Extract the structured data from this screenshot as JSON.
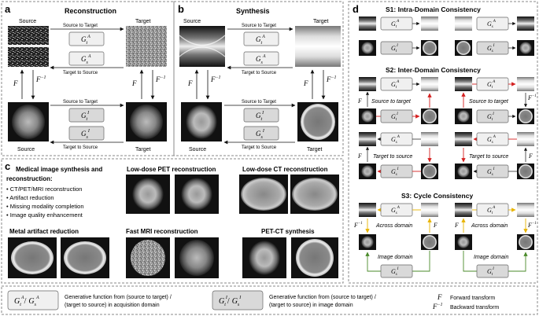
{
  "panel_labels": {
    "a": "a",
    "b": "b",
    "c": "c",
    "d": "d"
  },
  "panel_a": {
    "title": "Reconstruction",
    "source": "Source",
    "target": "Target",
    "source_to_target": "Source to Target",
    "target_to_source": "Target to Source",
    "forward": "F",
    "backward": "F",
    "backward_sup": "−1",
    "bottom_source": "Source",
    "bottom_target": "Target",
    "g_acq_t": {
      "base": "G",
      "sub": "t",
      "sup": "A"
    },
    "g_acq_s": {
      "base": "G",
      "sub": "s",
      "sup": "A"
    },
    "g_img_t": {
      "base": "G",
      "sub": "t",
      "sup": "I"
    },
    "g_img_s": {
      "base": "G",
      "sub": "s",
      "sup": "I"
    }
  },
  "panel_b": {
    "title": "Synthesis",
    "source": "Source",
    "target": "Target",
    "source_to_target": "Source to Target",
    "target_to_source": "Target to Source",
    "forward": "F",
    "backward": "F",
    "backward_sup": "−1",
    "bottom_source": "Source",
    "bottom_target": "Target"
  },
  "panel_c": {
    "heading_line1": "Medical image synthesis and",
    "heading_line2": "reconstruction:",
    "bullets": [
      "CT/PET/MRI reconstruction",
      "Artifact reduction",
      "Missing modality completion",
      "Image quality enhancement"
    ],
    "low_dose_pet": "Low-dose PET reconstruction",
    "low_dose_ct": "Low-dose CT reconstruction",
    "metal_artifact": "Metal artifact reduction",
    "fast_mri": "Fast MRI reconstruction",
    "pet_ct": "PET-CT synthesis"
  },
  "panel_d": {
    "s1": "S1: Intra-Domain Consistency",
    "s2": "S2: Inter-Domain Consistency",
    "s3": "S3: Cycle Consistency",
    "source_to_target": "Source to target",
    "target_to_source": "Target to source",
    "across_domain": "Across domain",
    "image_domain": "Image domain",
    "forward": "F",
    "backward": "F",
    "backward_sup": "−1"
  },
  "legend": {
    "acq_desc_line1": "Generative function from (source to target) /",
    "acq_desc_line2": "(target to source) in acquisition domain",
    "img_desc_line1": "Generative function from (source to target) /",
    "img_desc_line2": "(target to source) in image domain",
    "forward_symbol": "F",
    "forward_desc": "Forward transform",
    "backward_symbol": "F",
    "backward_sup": "−1",
    "backward_desc": "Backward transform",
    "slash": "/"
  },
  "colors": {
    "red_arrow": "#d42020",
    "yellow_arrow": "#e8b400",
    "green_arrow": "#4a8a2a",
    "box_fill_acq": "#f0f0f0",
    "box_fill_img": "#d9d9d9",
    "dash_border": "#888888"
  }
}
